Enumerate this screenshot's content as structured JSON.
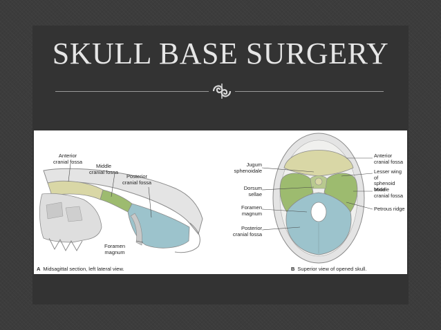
{
  "title": "SKULL BASE SURGERY",
  "ornament_icon": "decorative-swirl-icon",
  "colors": {
    "background": "#3c3c3c",
    "title_text": "#e6e6e6",
    "anterior_fossa": "#d9d7a6",
    "middle_fossa": "#9dbb6f",
    "posterior_fossa": "#9cc3cc",
    "bone": "#e4e4e4"
  },
  "figure_a": {
    "labels": {
      "anterior": "Anterior\ncranial fossa",
      "middle": "Middle\ncranial fossa",
      "posterior": "Posterior\ncranial fossa",
      "foramen": "Foramen\nmagnum"
    },
    "caption_letter": "A",
    "caption_text": "Midsagittal section, left lateral view."
  },
  "figure_b": {
    "labels": {
      "jugum": "Jugum\nsphenoidale",
      "dorsum": "Dorsum\nsellae",
      "foramen": "Foramen\nmagnum",
      "posterior": "Posterior\ncranial fossa",
      "anterior": "Anterior\ncranial fossa",
      "lesser_wing": "Lesser wing of\nsphenoid bone",
      "middle": "Middle\ncranial fossa",
      "petrous": "Petrous ridge"
    },
    "caption_letter": "B",
    "caption_text": "Superior view of opened skull."
  }
}
